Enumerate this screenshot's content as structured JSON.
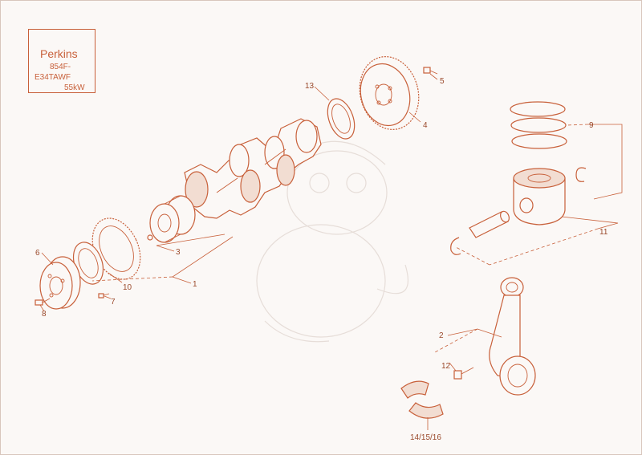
{
  "brand": {
    "name": "Perkins",
    "model_line1": "854F-",
    "model_line2": "E34TAWF",
    "power": "55kW"
  },
  "callouts": {
    "c1": "1",
    "c2": "2",
    "c3": "3",
    "c4": "4",
    "c5": "5",
    "c6": "6",
    "c7": "7",
    "c8": "8",
    "c9": "9",
    "c10": "10",
    "c11": "11",
    "c12": "12",
    "c13": "13",
    "c14": "14/15/16"
  },
  "colors": {
    "line": "#c8603a",
    "background": "#fbf8f6",
    "watermark": "#e6ddd8"
  }
}
